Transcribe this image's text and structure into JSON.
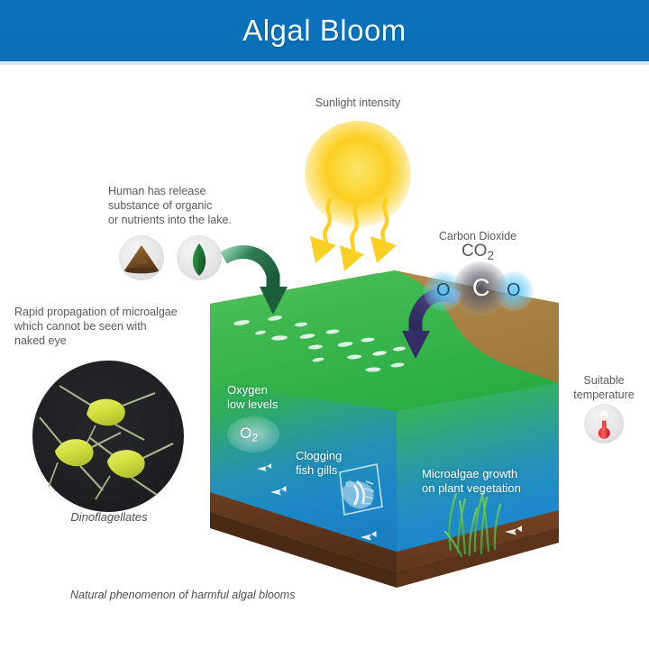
{
  "header": {
    "title": "Algal Bloom",
    "bar_color": "#0a72bb",
    "title_color": "#f2f8fc"
  },
  "labels": {
    "sunlight": "Sunlight intensity",
    "human_release": "Human has release\nsubstance of organic\nor nutrients into the lake.",
    "carbon_dioxide": "Carbon Dioxide",
    "co2_formula_main": "CO",
    "co2_formula_sub": "2",
    "rapid_propagation": "Rapid propagation of microalgae\nwhich cannot be seen with\nnaked eye",
    "dinoflagellates": "Dinoflagellates",
    "oxygen_low": "Oxygen\nlow levels",
    "o2_formula_main": "O",
    "o2_formula_sub": "2",
    "clogging": "Clogging\nfish gills",
    "microalgae_growth": "Microalgae growth\non plant vegetation",
    "suitable_temperature": "Suitable\ntemperature",
    "caption": "Natural phenomenon of harmful algal blooms"
  },
  "molecule": {
    "left_atom": "O",
    "center_atom": "C",
    "right_atom": "O"
  },
  "icons": {
    "soil": "soil-mound-icon",
    "leaf": "leaf-icon",
    "thermometer": "thermometer-icon",
    "sun": "sun-icon",
    "fish": "fish-icon",
    "seagrass": "seagrass-icon",
    "dinoflagellate": "dinoflagellate-icon",
    "arrow_green": "green-arrow-icon",
    "arrow_purple": "purple-arrow-icon",
    "arrow_sunray": "sunray-arrow-icon"
  },
  "colors": {
    "banner_blue": "#0a72bb",
    "water_green": "#2eb24b",
    "water_blue": "#1b86c4",
    "shore_tan": "#b08b4a",
    "sediment_brown": "#6d4021",
    "sun_yellow": "#fbcf22",
    "arrow_green": "#1d6b45",
    "arrow_purple": "#3b3470",
    "algae_green": "#c7d93c",
    "text_gray": "#58595b"
  }
}
